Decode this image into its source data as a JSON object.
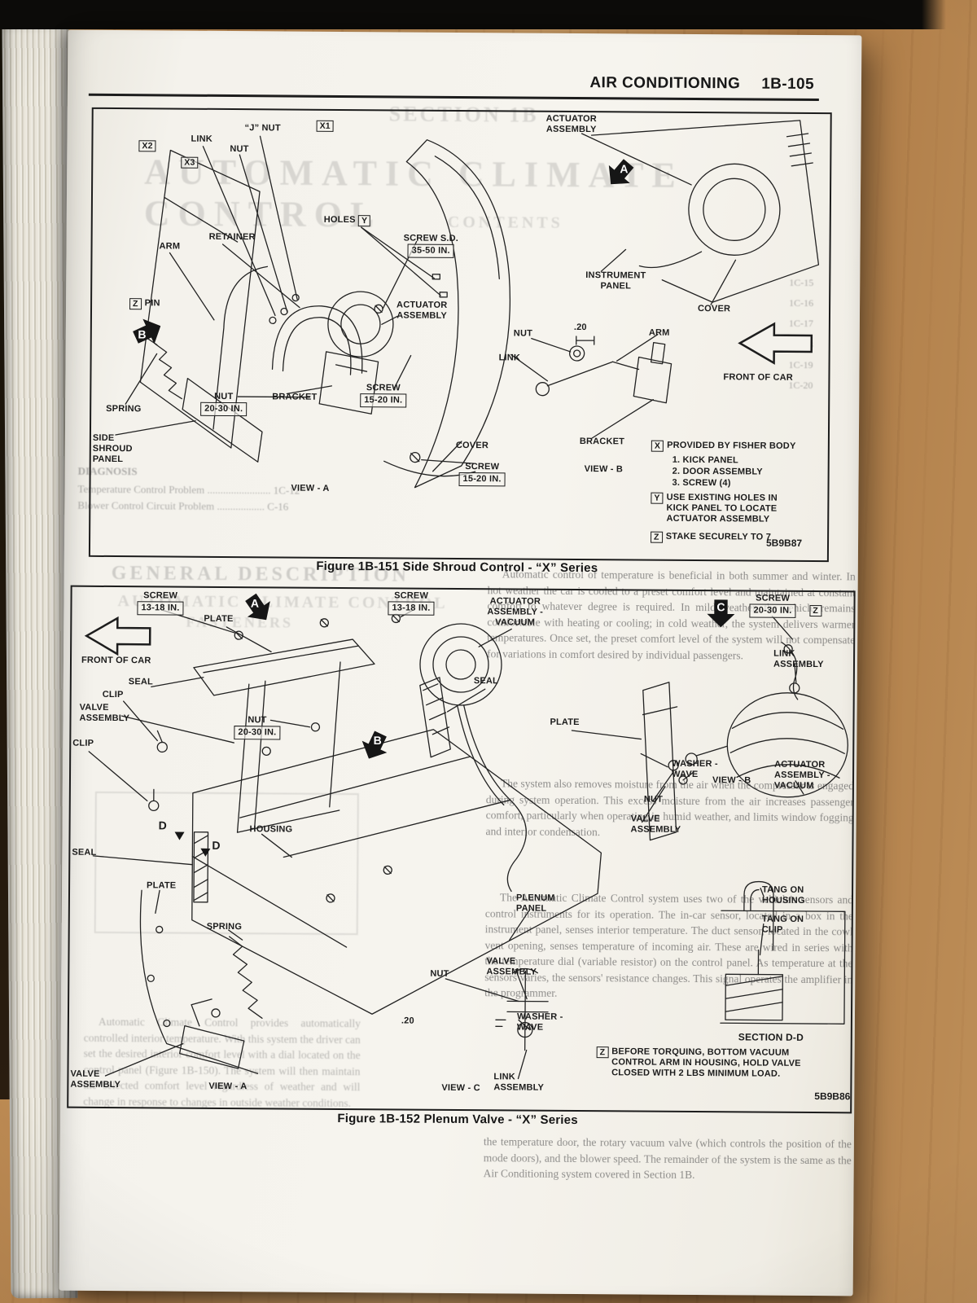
{
  "page": {
    "header": {
      "title": "AIR CONDITIONING",
      "page_no": "1B-105"
    },
    "fig1": {
      "caption": "Figure 1B-151 Side Shroud Control - “X” Series",
      "code": "5B9B87",
      "labels": {
        "x2": "X2",
        "x3": "X3",
        "x1": "X1",
        "link": "LINK",
        "nut_top": "NUT",
        "j_nut": "“J” NUT",
        "actuator_top": "ACTUATOR\nASSEMBLY",
        "arrow_a": "A",
        "holes": "HOLES",
        "y_key": "Y",
        "screw_sd": "SCREW S.D.",
        "torque_3550": "35-50 IN.",
        "arm_left": "ARM",
        "retainer": "RETAINER",
        "z_key": "Z",
        "pin": "PIN",
        "arrow_b": "B",
        "actuator_mid": "ACTUATOR\nASSEMBLY",
        "instrument_panel": "INSTRUMENT\nPANEL",
        "cover_right": "COVER",
        "nut_right": "NUT",
        "dim_20": ".20",
        "arm_right": "ARM",
        "link_right": "LINK",
        "front_of_car": "FRONT OF CAR",
        "screw_mid": "SCREW",
        "torque_1520a": "15-20 IN.",
        "nut_left": "NUT",
        "torque_2030": "20-30 IN.",
        "bracket_left": "BRACKET",
        "spring": "SPRING",
        "side_shroud": "SIDE\nSHROUD\nPANEL",
        "cover_bottom": "COVER",
        "bracket_bottom": "BRACKET",
        "view_b": "VIEW - B",
        "screw_bottom": "SCREW",
        "torque_1520b": "15-20 IN.",
        "view_a": "VIEW - A"
      },
      "legend": {
        "x_key": "X",
        "x_title": "PROVIDED BY FISHER BODY",
        "item1": "1.   KICK PANEL",
        "item2": "2.   DOOR ASSEMBLY",
        "item3": "3.   SCREW (4)",
        "y_key": "Y",
        "y_text": "USE EXISTING HOLES IN\nKICK PANEL TO LOCATE\nACTUATOR ASSEMBLY",
        "z_key": "Z",
        "z_text": "STAKE SECURELY TO 7"
      }
    },
    "fig2": {
      "caption": "Figure 1B-152 Plenum Valve - “X” Series",
      "code": "5B9B86",
      "labels": {
        "screw1": "SCREW",
        "torque_1318a": "13-18 IN.",
        "plate_top": "PLATE",
        "arrow_a": "A",
        "screw2": "SCREW",
        "torque_1318b": "13-18 IN.",
        "actuator_vac_top": "ACTUATOR\nASSEMBLY -\nVACUUM",
        "arrow_c": "C",
        "screw3": "SCREW",
        "torque_2030a": "20-30 IN.",
        "z_key": "Z",
        "link_assembly_right": "LINK\nASSEMBLY",
        "front_of_car": "FRONT OF CAR",
        "seal_top": "SEAL",
        "clip_top": "CLIP",
        "valve_assembly_left": "VALVE\nASSEMBLY",
        "clip_left": "CLIP",
        "nut_top": "NUT",
        "torque_2030b": "20-30 IN.",
        "seal_mid": "SEAL",
        "arrow_b": "B",
        "plate_right": "PLATE",
        "washer_wave_right": "WASHER -\nWAVE",
        "view_b": "VIEW - B",
        "actuator_vac_right": "ACTUATOR\nASSEMBLY -\nVACUUM",
        "nut_right": "NUT",
        "valve_assembly_right": "VALVE\nASSEMBLY",
        "seal_left": "SEAL",
        "d_left": "D",
        "d_right": "D",
        "housing": "HOUSING",
        "plate_left": "PLATE",
        "spring": "SPRING",
        "plenum_panel": "PLENUM\nPANEL",
        "tang_on_housing": "TANG ON\nHOUSING",
        "tang_on_clip": "TANG ON\nCLIP",
        "valve_assembly_mid": "VALVE\nASSEMBLY",
        "nut_mid": "NUT",
        "dim_20": ".20",
        "washer_wave_mid": "WASHER -\nWAVE",
        "section_dd": "SECTION D-D",
        "z_key2": "Z",
        "z_note": "BEFORE TORQUING, BOTTOM VACUUM\nCONTROL ARM IN HOUSING, HOLD VALVE\nCLOSED WITH 2 LBS MINIMUM LOAD.",
        "valve_assembly_bottom": "VALVE\nASSEMBLY",
        "view_a": "VIEW - A",
        "link_assembly_mid": "LINK\nASSEMBLY",
        "view_c": "VIEW - C"
      }
    },
    "ghost": {
      "section": "SECTION 1B",
      "big_title": "AUTOMATIC CLIMATE CONTROL",
      "contents": "CONTENTS",
      "diagnosis": "DIAGNOSIS",
      "toc1": "Temperature Control Problem ........................ 1C-12",
      "toc2": "Blower Control Circuit Problem .................. C-16",
      "refs": "1C-15\n1C-16\n1C-17\n1C-18\n1C-19\n1C-20",
      "general_desc": "GENERAL DESCRIPTION",
      "acc": "AUTOMATIC CLIMATE CONTROL",
      "fasteners": "FASTENERS"
    },
    "body_text": {
      "p1": "Automatic control of temperature is beneficial in both summer and winter. In hot weather the car is cooled to a preset comfort level and maintained at constant comfort to whatever degree is required. In mild weather, the vehicle remains comfortable with heating or cooling; in cold weather, the system delivers warmer temperatures. Once set, the preset comfort level of the system will not compensate for variations in comfort desired by individual passengers.",
      "p2": "The system also removes moisture from the air when the compressor is engaged during system operation. This excess moisture from the air increases passenger comfort, particularly when operating in humid weather, and limits window fogging and interior condensation.",
      "p3": "The Automatic Climate Control system uses two of the vehicle's sensors and control instruments for its operation. The in-car sensor, located in a box in the instrument panel, senses interior temperature. The duct sensor, located in the cowl vent opening, senses temperature of incoming air. These are wired in series with the temperature dial (variable resistor) on the control panel. As temperature at the sensors varies, the sensors' resistance changes. This signal operates the amplifier in the programmer.",
      "p4": "the temperature door, the rotary vacuum valve (which controls the position of the mode doors), and the blower speed. The remainder of the system is the same as the Air Conditioning system covered in Section 1B.",
      "p_left": "Automatic Climate Control provides automatically controlled interior temperature. With this system the driver can set the desired interior comfort level with a dial located on the control panel (Figure 1B-150). The system will then maintain the selected comfort level regardless of weather and will change in response to changes in outside weather conditions."
    }
  }
}
